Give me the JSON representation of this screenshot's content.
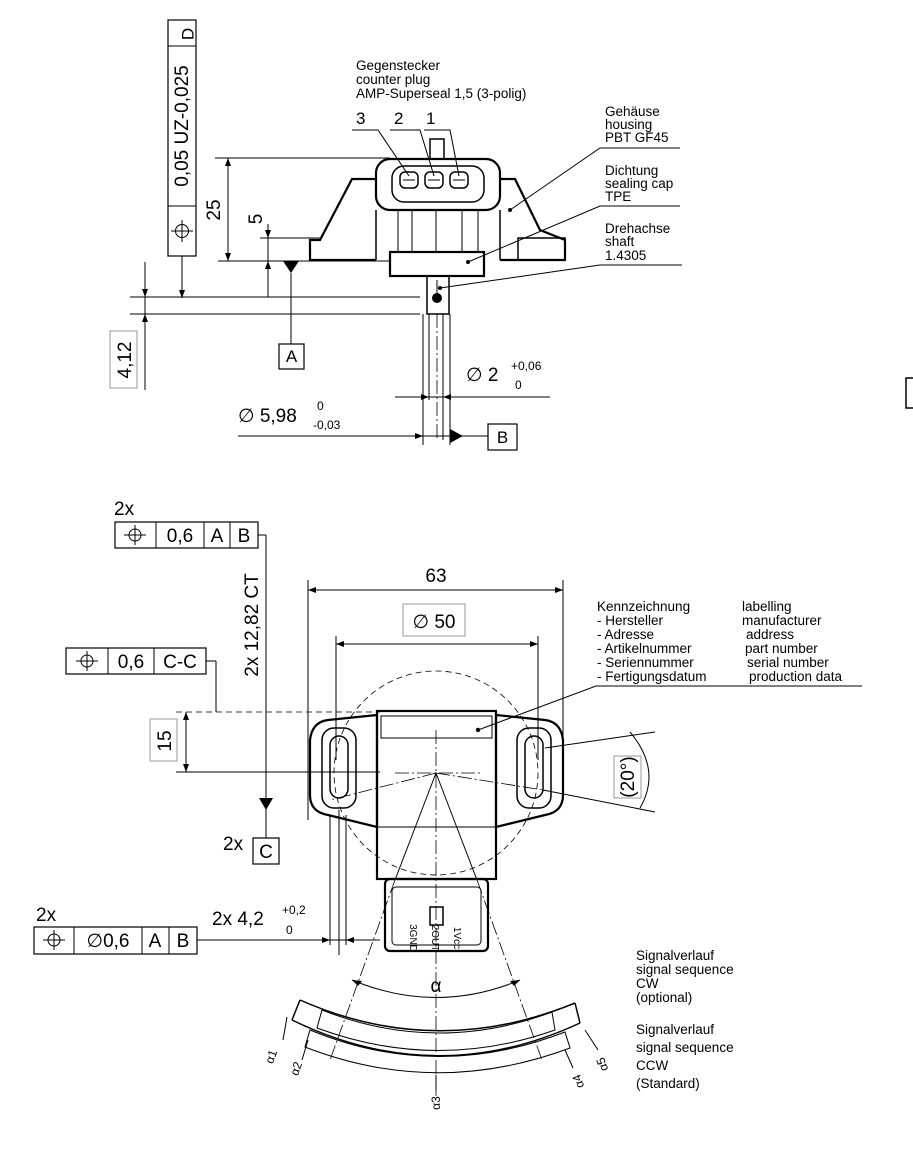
{
  "top_view": {
    "fcf_vertical": {
      "symbol": "⌖",
      "tolerance": "0,05 UZ-0,025",
      "datum": "D"
    },
    "dim_25": "25",
    "dim_5": "5",
    "dim_4_12": "4,12",
    "datum_a": "A",
    "datum_b": "B",
    "dia_2": "∅ 2",
    "dia_2_upper": "+0,06",
    "dia_2_lower": "0",
    "dia_598": "∅ 5,98",
    "dia_598_upper": "0",
    "dia_598_lower": "-0,03",
    "pin_labels": [
      "3",
      "2",
      "1"
    ],
    "counter_plug": [
      "Gegenstecker",
      "counter plug",
      "AMP-Superseal 1,5 (3-polig)"
    ],
    "housing": [
      "Gehäuse",
      "housing",
      "PBT GF45"
    ],
    "sealing": [
      "Dichtung",
      "sealing cap",
      "TPE"
    ],
    "shaft": [
      "Drehachse",
      "shaft",
      "1.4305"
    ]
  },
  "bottom_view": {
    "fcf_top": {
      "count": "2x",
      "symbol": "⌖",
      "tolerance": "0,6",
      "datum1": "A",
      "datum2": "B"
    },
    "fcf_mid": {
      "symbol": "⌖",
      "tolerance": "0,6",
      "datum": "C-C"
    },
    "fcf_bottom": {
      "count": "2x",
      "symbol": "⌖",
      "tolerance": "∅0,6",
      "datum1": "A",
      "datum2": "B"
    },
    "dim_2x_12_82": "2x 12,82 CT",
    "dim_63": "63",
    "dim_50": "∅ 50",
    "dim_15": "15",
    "dim_20": "(20°)",
    "datum_c_count": "2x",
    "datum_c": "C",
    "slot": "2x 4,2",
    "slot_upper": "+0,2",
    "slot_lower": "0",
    "alpha": "α",
    "connector_marks": [
      "3GND",
      "2OUT",
      "1Vcc"
    ],
    "labelling_de": [
      "Kennzeichnung",
      "- Hersteller",
      "- Adresse",
      "- Artikelnummer",
      "- Seriennummer",
      "- Fertigungsdatum"
    ],
    "labelling_en": [
      "labelling",
      "manufacturer",
      "address",
      "part number",
      "serial number",
      "production data"
    ],
    "cw": [
      "Signalverlauf",
      "signal sequence",
      "CW",
      "(optional)"
    ],
    "ccw": [
      "Signalverlauf",
      "signal sequence",
      "CCW",
      "(Standard)"
    ],
    "arc_labels": [
      "α1",
      "α2",
      "α3",
      "α4",
      "α5"
    ]
  }
}
